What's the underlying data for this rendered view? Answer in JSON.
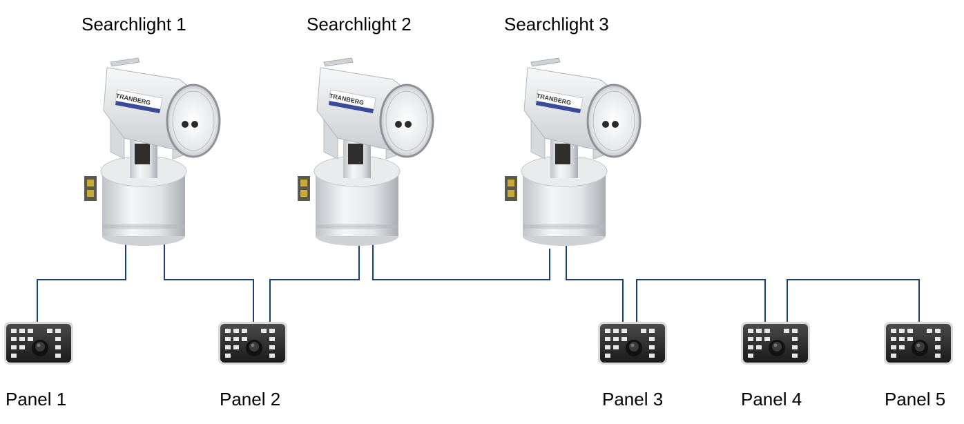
{
  "searchlights": [
    {
      "label": "Searchlight 1",
      "brand": "TRANBERG"
    },
    {
      "label": "Searchlight 2",
      "brand": "TRANBERG"
    },
    {
      "label": "Searchlight 3",
      "brand": "TRANBERG"
    }
  ],
  "panels": [
    {
      "label": "Panel 1"
    },
    {
      "label": "Panel 2"
    },
    {
      "label": "Panel 3"
    },
    {
      "label": "Panel 4"
    },
    {
      "label": "Panel 5"
    }
  ],
  "colors": {
    "cable": "#1c3f73",
    "searchlight_body": "#e6e8ea",
    "panel_body": "#2b2b2b",
    "brand_stripe": "#3a4a9a"
  },
  "icons": {
    "searchlight": "searchlight-icon",
    "panel": "control-panel-icon"
  }
}
